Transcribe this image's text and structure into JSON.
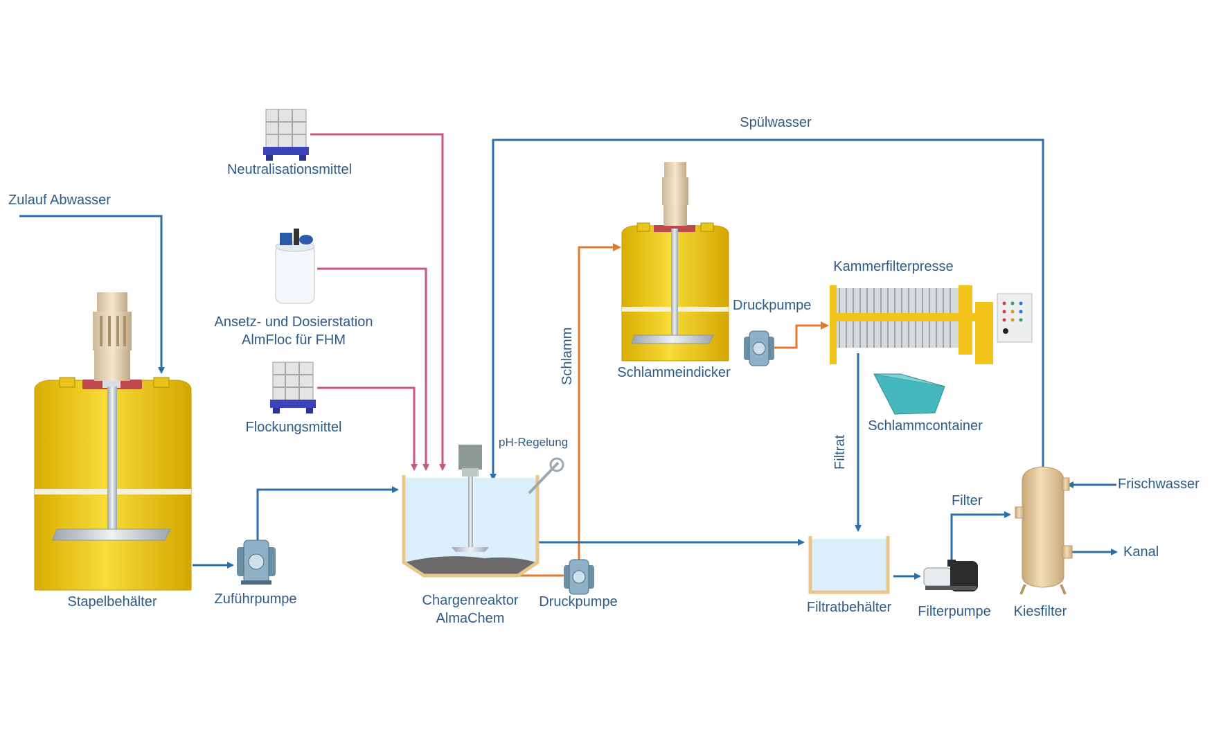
{
  "labels": {
    "zulauf": "Zulauf Abwasser",
    "neutralisation": "Neutralisationsmittel",
    "ansetz_line1": "Ansetz- und Dosierstation",
    "ansetz_line2": "AlmFloc für FHM",
    "flockung": "Flockungsmittel",
    "stapel": "Stapelbehälter",
    "zufuhr": "Zuführpumpe",
    "reaktor_line1": "Chargenreaktor",
    "reaktor_line2": "AlmaChem",
    "druckpumpe_reaktor": "Druckpumpe",
    "ph": "pH-Regelung",
    "schlamm": "Schlamm",
    "spuelwasser": "Spülwasser",
    "eindicker": "Schlammeindicker",
    "druckpumpe_presse": "Druckpumpe",
    "kammer": "Kammerfilterpresse",
    "container": "Schlammcontainer",
    "filtrat": "Filtrat",
    "filtratbehaelter": "Filtratbehälter",
    "filterpumpe": "Filterpumpe",
    "kiesfilter": "Kiesfilter",
    "filter": "Filter",
    "frischwasser": "Frischwasser",
    "kanal": "Kanal"
  },
  "colors": {
    "water_line": "#2b6fa8",
    "chemical_line": "#c8577a",
    "sludge_line": "#e07a2e",
    "tank_yellow": "#ecc81a",
    "label_text": "#2e5a86"
  },
  "icons": [
    "ibc-container-icon",
    "dosing-station-icon",
    "agitator-icon",
    "diaphragm-pump-icon",
    "centrifugal-pump-icon",
    "filter-press-icon",
    "skip-container-icon",
    "ph-probe-icon"
  ]
}
